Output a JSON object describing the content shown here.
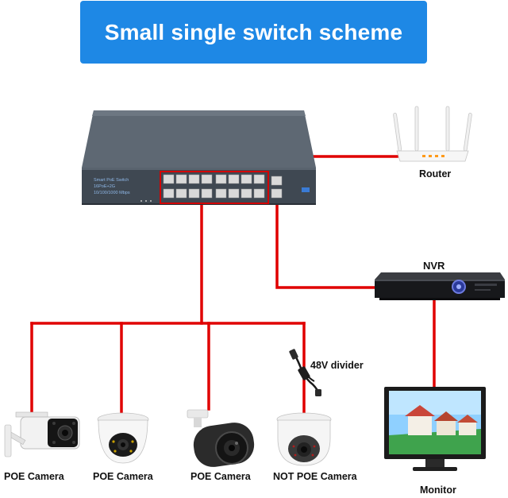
{
  "title": "Small single switch scheme",
  "switch": {
    "brand_lines": [
      "Smart PoE Switch",
      "16PoE+2G",
      "10/100/1000 Mbps"
    ]
  },
  "devices": {
    "router": "Router",
    "nvr": "NVR",
    "monitor": "Monitor",
    "divider": "48V divider"
  },
  "cameras": [
    {
      "label": "POE Camera"
    },
    {
      "label": "POE Camera"
    },
    {
      "label": "POE Camera"
    },
    {
      "label": "NOT POE Camera"
    }
  ],
  "colors": {
    "banner": "#1e88e5",
    "cable": "#e00000",
    "switch_body": "#4f5863",
    "port_highlight": "#d40000"
  }
}
